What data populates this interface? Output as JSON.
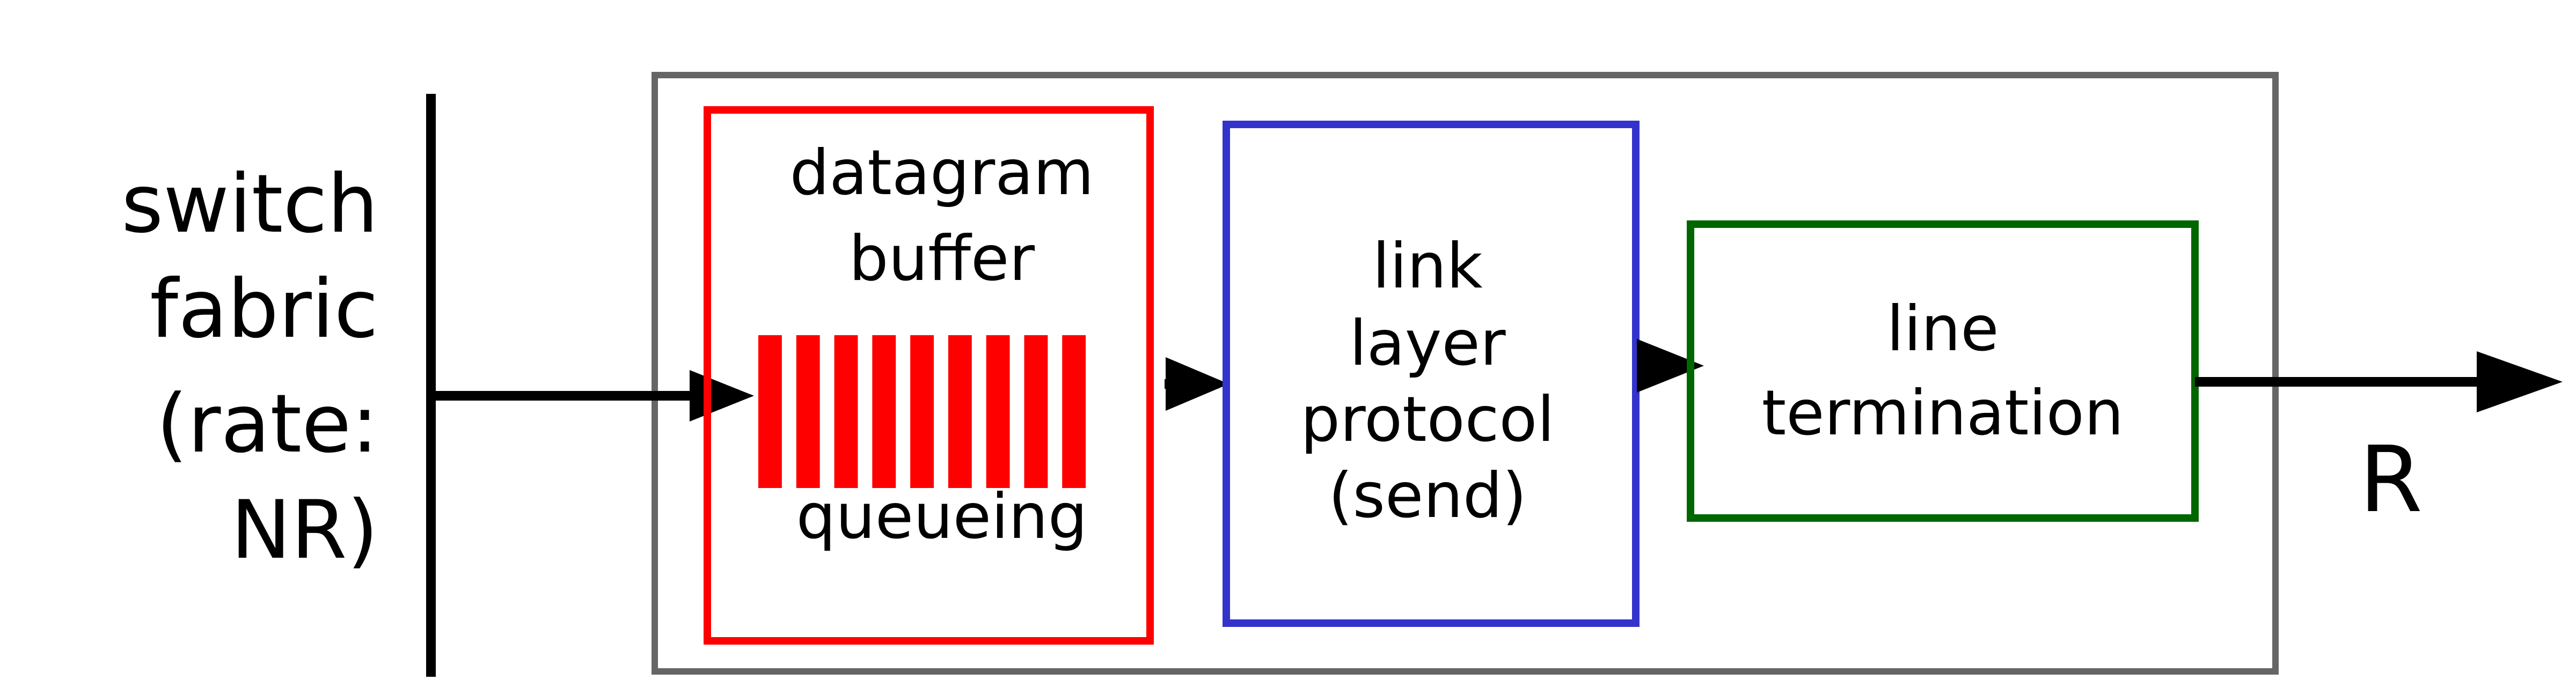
{
  "diagram": {
    "input": {
      "lines": [
        "switch",
        "fabric",
        "(rate:",
        "NR)"
      ]
    },
    "buffer": {
      "title_lines": [
        "datagram",
        "buffer"
      ],
      "caption": "queueing",
      "slot_count": 9,
      "color": "#ff0000"
    },
    "link_layer": {
      "lines": [
        "link",
        "layer",
        "protocol",
        "(send)"
      ],
      "color": "#3333cc"
    },
    "line_termination": {
      "lines": [
        "line",
        "termination"
      ],
      "color": "#006600"
    },
    "output": {
      "label": "R"
    },
    "port_border_color": "#666666"
  }
}
